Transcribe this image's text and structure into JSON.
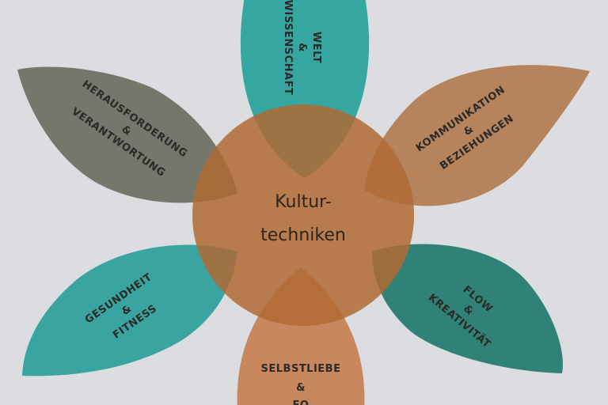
{
  "diagram": {
    "center": {
      "line1": "Kultur-",
      "line2": "techniken"
    },
    "petals": [
      {
        "id": "welt",
        "lines": [
          "WELT",
          "&",
          "WISSENSCHAFT"
        ],
        "color": "#36a7a0"
      },
      {
        "id": "kommunikation",
        "lines": [
          "KOMMUNIKATION",
          "&",
          "BEZIEHUNGEN"
        ],
        "color": "#b6845c"
      },
      {
        "id": "flow",
        "lines": [
          "FLOW",
          "&",
          "KREATIVITÄT"
        ],
        "color": "#2f8275"
      },
      {
        "id": "selbstliebe",
        "lines": [
          "SELBSTLIEBE",
          "&",
          "EQ"
        ],
        "color": "#c8875c"
      },
      {
        "id": "gesundheit",
        "lines": [
          "GESUNDHEIT",
          "&",
          "FITNESS"
        ],
        "color": "#3aa4a0"
      },
      {
        "id": "herausforderung",
        "lines": [
          "HERAUSFORDERUNG",
          "&",
          "VERANTWORTUNG"
        ],
        "color": "#75776c"
      }
    ],
    "center_color": "#b06a34"
  }
}
